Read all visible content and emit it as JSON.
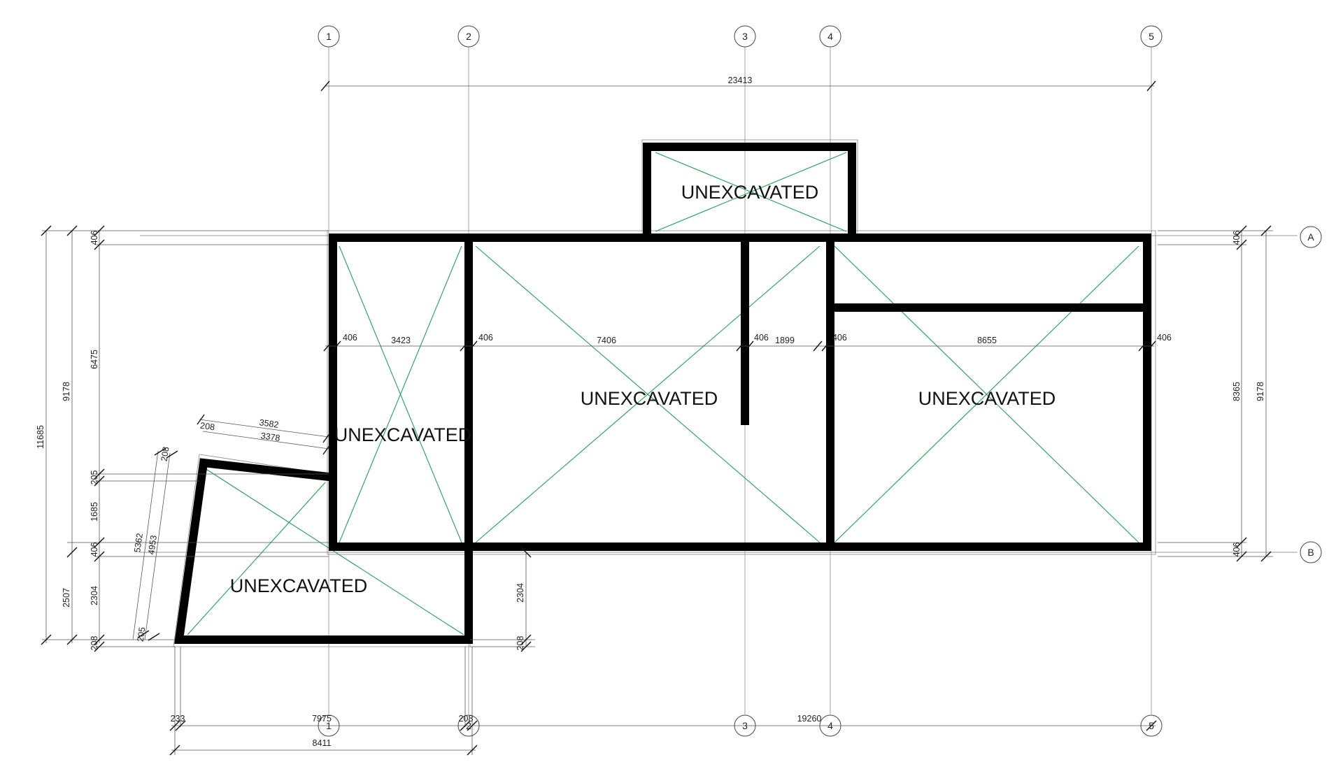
{
  "grid_labels": {
    "g1": "1",
    "g2": "2",
    "g3": "3",
    "g4": "4",
    "g5": "5",
    "gA": "A",
    "gB": "B"
  },
  "rooms": {
    "top_small": "UNEXCAVATED",
    "left": "UNEXCAVATED",
    "center": "UNEXCAVATED",
    "right": "UNEXCAVATED",
    "bottom_left": "UNEXCAVATED"
  },
  "dimensions": {
    "overall_top": "23413",
    "mid_406_a": "406",
    "mid_3423": "3423",
    "mid_406_b": "406",
    "mid_7406": "7406",
    "mid_406_c": "406",
    "mid_1899": "1899",
    "mid_406_d": "406",
    "mid_8655": "8655",
    "mid_406_e": "406",
    "left_11685": "11685",
    "left_9178": "9178",
    "left_406_top": "406",
    "left_6475": "6475",
    "left_205": "205",
    "left_1685": "1685",
    "left_406_b": "406",
    "left_2304": "2304",
    "left_2507": "2507",
    "left_208_bot": "208",
    "slant_208_top": "208",
    "slant_5362": "5362",
    "slant_4953": "4953",
    "slant_205": "205",
    "top_slant_208": "208",
    "top_slant_3582": "3582",
    "top_slant_3378": "3378",
    "right_406_top": "406",
    "right_8365": "8365",
    "right_9178": "9178",
    "right_406_bot": "406",
    "center_2304": "2304",
    "center_208": "208",
    "bottom_233": "233",
    "bottom_7975": "7975",
    "bottom_208": "208",
    "bottom_19260": "19260",
    "bottom_8411": "8411"
  },
  "colors": {
    "wall": "#000000",
    "diagonal": "#21a055",
    "grid_line": "#9a9a9a",
    "dimension_line": "#555555"
  }
}
